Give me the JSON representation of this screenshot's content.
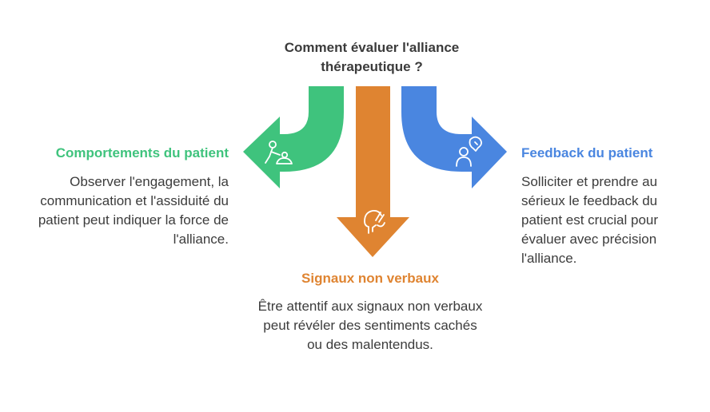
{
  "title": {
    "line1": "Comment évaluer l'alliance",
    "line2": "thérapeutique ?"
  },
  "branches": {
    "left": {
      "heading": "Comportements du patient",
      "text": "Observer l'engagement, la communication et l'assiduité du patient peut indiquer la force de l'alliance.",
      "color": "#3fc37d",
      "icon": "patient-caregiver-icon"
    },
    "center": {
      "heading": "Signaux non verbaux",
      "text": "Être attentif aux signaux non verbaux peut révéler des sentiments cachés ou des malentendus.",
      "color": "#df8431",
      "icon": "head-gesture-icon"
    },
    "right": {
      "heading": "Feedback du patient",
      "text": "Solliciter et prendre au sérieux le feedback du patient est crucial pour évaluer avec précision l'alliance.",
      "color": "#4a86e0",
      "icon": "person-feedback-icon"
    }
  }
}
